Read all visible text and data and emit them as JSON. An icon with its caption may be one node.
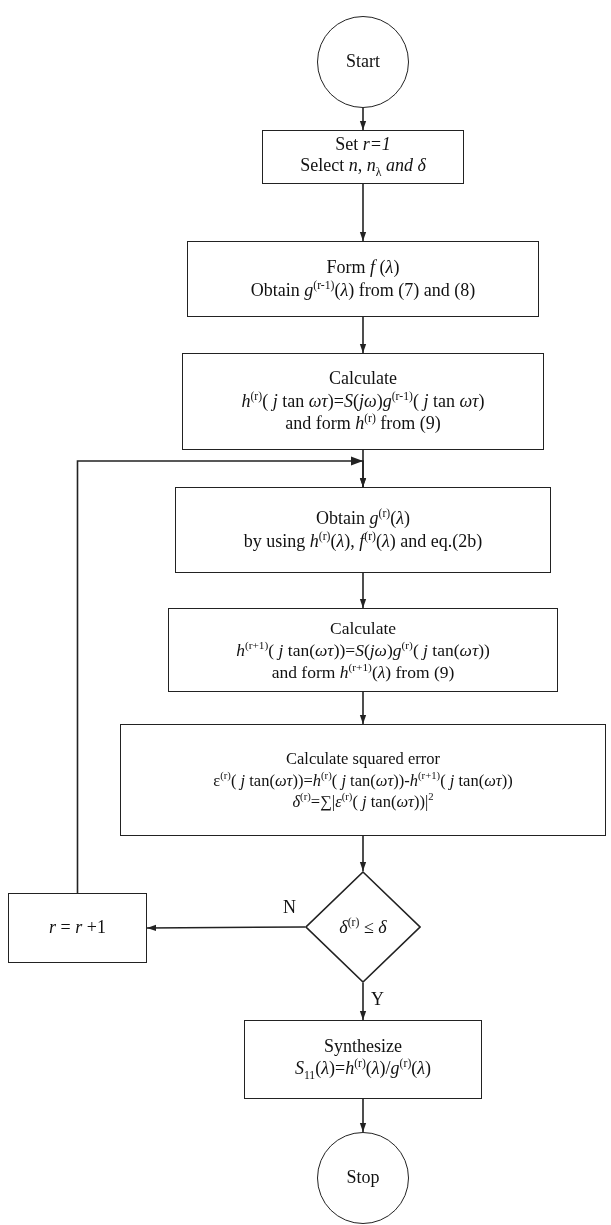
{
  "diagram": {
    "nodes": [
      {
        "text": [
          "Start"
        ]
      },
      {
        "text": [
          "Set *r=1*",
          "Select *n*, *n*$_{λ}$ *and δ*"
        ]
      },
      {
        "text": [
          "Form *f* (*λ*)",
          "Obtain *g*$^{(r-1)}$(*λ*) from (7) and (8)"
        ]
      },
      {
        "text": [
          "Calculate",
          "*h*$^{(r)}$( *j* tan *ωτ*)=*S*(*jω*)*g*$^{(r-1)}$( *j* tan *ωτ*)",
          "and form *h*$^{(r)}$ from (9)"
        ]
      },
      {
        "text": [
          "Obtain *g*$^{(r)}$(*λ*)",
          "by using *h*$^{(r)}$(*λ*), *f*$^{(r)}$(*λ*) and eq.(2b)"
        ]
      },
      {
        "text": [
          "Calculate",
          "*h*$^{(r+1)}$( *j* tan(*ωτ*))=*S*(*jω*)*g*$^{(r)}$( *j* tan(*ωτ*))",
          "and form *h*$^{(r+1)}$(*λ*) from (9)"
        ]
      },
      {
        "text": [
          "Calculate squared error",
          "ε$^{(r)}$( *j* tan(*ωτ*))=*h*$^{(r)}$( *j* tan(*ωτ*))-*h*$^{(r+1)}$( *j* tan(*ωτ*))",
          "*δ*$^{(r)}$=∑|*ε*$^{(r)}$( *j* tan(*ωτ*))|$^{2}$"
        ]
      },
      {
        "text": [
          "*δ*$^{(r)}$ ≤ *δ*"
        ]
      },
      {
        "text": [
          "*r* = *r* +1"
        ]
      },
      {
        "text": [
          "Synthesize",
          "*S*$_{11}$(*λ*)=*h*$^{(r)}$(*λ*)/*g*$^{(r)}$(*λ*)"
        ]
      },
      {
        "text": [
          "Stop"
        ]
      }
    ],
    "edges": [
      {
        "from": 0,
        "to": 1,
        "arrow": "to"
      },
      {
        "from": 1,
        "to": 2,
        "arrow": "to"
      },
      {
        "from": 2,
        "to": 3,
        "arrow": "to"
      },
      {
        "from": 3,
        "to": 4,
        "arrow": "to"
      },
      {
        "from": 4,
        "to": 5,
        "arrow": "to"
      },
      {
        "from": 5,
        "to": 6,
        "arrow": "to"
      },
      {
        "from": 6,
        "to": 7,
        "arrow": "to"
      },
      {
        "from": 7,
        "to": 8,
        "arrow": "to",
        "label": "N"
      },
      {
        "from": 8,
        "to": 4,
        "arrow": "to"
      },
      {
        "from": 7,
        "to": 9,
        "arrow": "to",
        "label": "Y"
      },
      {
        "from": 9,
        "to": 10,
        "arrow": "to"
      }
    ]
  }
}
